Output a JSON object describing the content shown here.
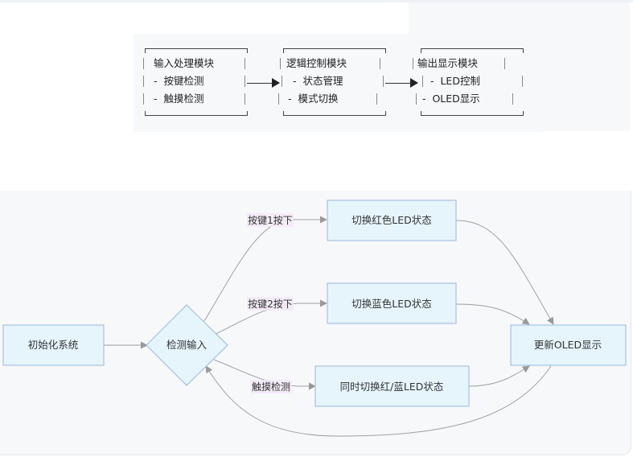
{
  "module_diagram": {
    "modules": [
      {
        "title": "输入处理模块",
        "items": [
          "-  按键检测",
          "-  触摸检测"
        ]
      },
      {
        "title": "逻辑控制模块",
        "items": [
          "-  状态管理",
          "-  模式切换"
        ]
      },
      {
        "title": "输出显示模块",
        "items": [
          "-  LED控制",
          "-  OLED显示"
        ]
      }
    ]
  },
  "flowchart": {
    "nodes": {
      "init": "初始化系统",
      "detect": "检测输入",
      "red": "切换红色LED状态",
      "blue": "切换蓝色LED状态",
      "both": "同时切换红/蓝LED状态",
      "oled": "更新OLED显示"
    },
    "edge_labels": {
      "key1": "按键1按下",
      "key2": "按键2按下",
      "touch": "触摸检测"
    }
  },
  "colors": {
    "node_fill": "#e6f4fc",
    "node_stroke": "#9ab8da",
    "edge": "#a0a0a0",
    "label_bg": "#f3e9f7"
  }
}
